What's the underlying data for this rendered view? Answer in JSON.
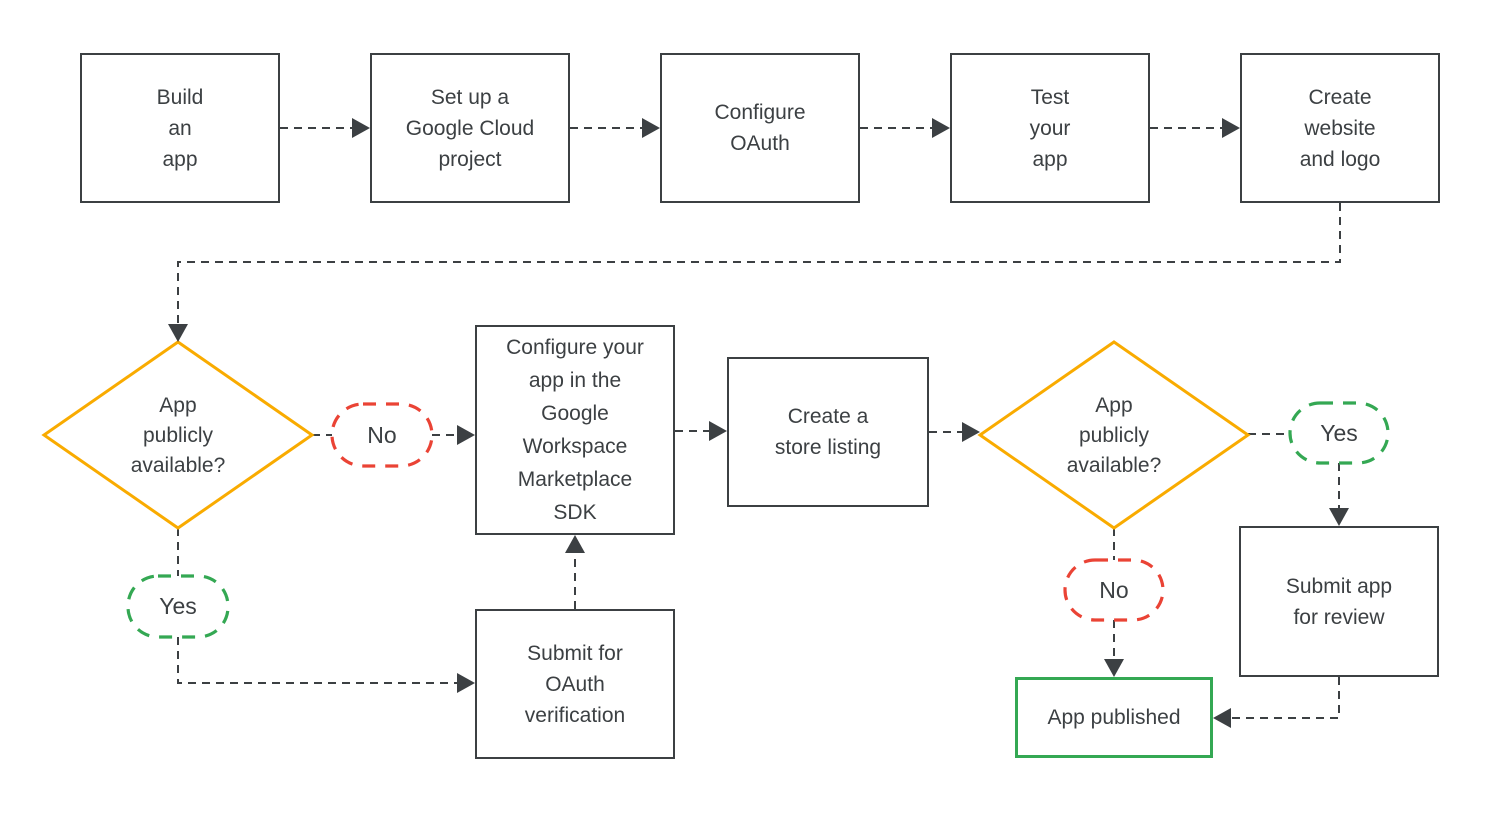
{
  "flowchart": {
    "colors": {
      "process_border": "#3C4043",
      "text": "#3C4043",
      "decision_border": "#F9AB00",
      "yes_oval": "#34A853",
      "no_oval": "#EA4335",
      "published_border": "#34A853",
      "connector": "#3C4043"
    },
    "nodes": {
      "build": {
        "label": "Build\nan\napp"
      },
      "setup": {
        "label": "Set up a\nGoogle Cloud\nproject"
      },
      "oauth": {
        "label": "Configure\nOAuth"
      },
      "test": {
        "label": "Test\nyour\napp"
      },
      "website": {
        "label": "Create\nwebsite\nand logo"
      },
      "decision_left": {
        "label": "App\npublicly\navailable?"
      },
      "sdk": {
        "label": "Configure your\napp in the\nGoogle\nWorkspace\nMarketplace\nSDK"
      },
      "listing": {
        "label": "Create a\nstore listing"
      },
      "submit_oauth": {
        "label": "Submit for\nOAuth\nverification"
      },
      "decision_right": {
        "label": "App\npublicly\navailable?"
      },
      "submit_review": {
        "label": "Submit app\nfor review"
      },
      "published": {
        "label": "App published"
      },
      "no_left": {
        "label": "No"
      },
      "yes_left": {
        "label": "Yes"
      },
      "yes_right": {
        "label": "Yes"
      },
      "no_right": {
        "label": "No"
      }
    },
    "edges": [
      {
        "from": "Build an app",
        "to": "Set up a Google Cloud project"
      },
      {
        "from": "Set up a Google Cloud project",
        "to": "Configure OAuth"
      },
      {
        "from": "Configure OAuth",
        "to": "Test your app"
      },
      {
        "from": "Test your app",
        "to": "Create website and logo"
      },
      {
        "from": "Create website and logo",
        "to": "App publicly available? (first)"
      },
      {
        "from": "App publicly available? (first)",
        "to": "Configure your app in the Google Workspace Marketplace SDK",
        "label": "No"
      },
      {
        "from": "App publicly available? (first)",
        "to": "Submit for OAuth verification",
        "label": "Yes"
      },
      {
        "from": "Submit for OAuth verification",
        "to": "Configure your app in the Google Workspace Marketplace SDK"
      },
      {
        "from": "Configure your app in the Google Workspace Marketplace SDK",
        "to": "Create a store listing"
      },
      {
        "from": "Create a store listing",
        "to": "App publicly available? (second)"
      },
      {
        "from": "App publicly available? (second)",
        "to": "Submit app for review",
        "label": "Yes"
      },
      {
        "from": "App publicly available? (second)",
        "to": "App published",
        "label": "No"
      },
      {
        "from": "Submit app for review",
        "to": "App published"
      }
    ]
  }
}
